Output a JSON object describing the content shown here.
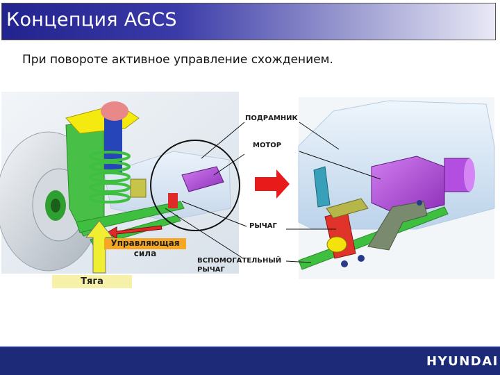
{
  "header": {
    "title": "Концепция AGCS"
  },
  "subtitle": "При повороте активное управление схождением.",
  "callouts": {
    "subframe": "ПОДРАМНИК",
    "motor": "МОТОР",
    "lever": "РЫЧАГ",
    "aux_lever_line1": "ВСПОМОГАТЕЛЬНЫЙ",
    "aux_lever_line2": "РЫЧАГ"
  },
  "tags": {
    "control_force_line1": "Управляющая",
    "control_force_line2": "сила",
    "thrust": "Тяга"
  },
  "footer": {
    "brand": "HYUNDAI"
  },
  "colors": {
    "title_bar": "#23238f",
    "footer": "#1c2a78",
    "label_orange": "#f5a623",
    "label_yellow": "#f6f0a8",
    "arrow_red": "#e01818",
    "thrust_arrow": "#f0ee30"
  }
}
